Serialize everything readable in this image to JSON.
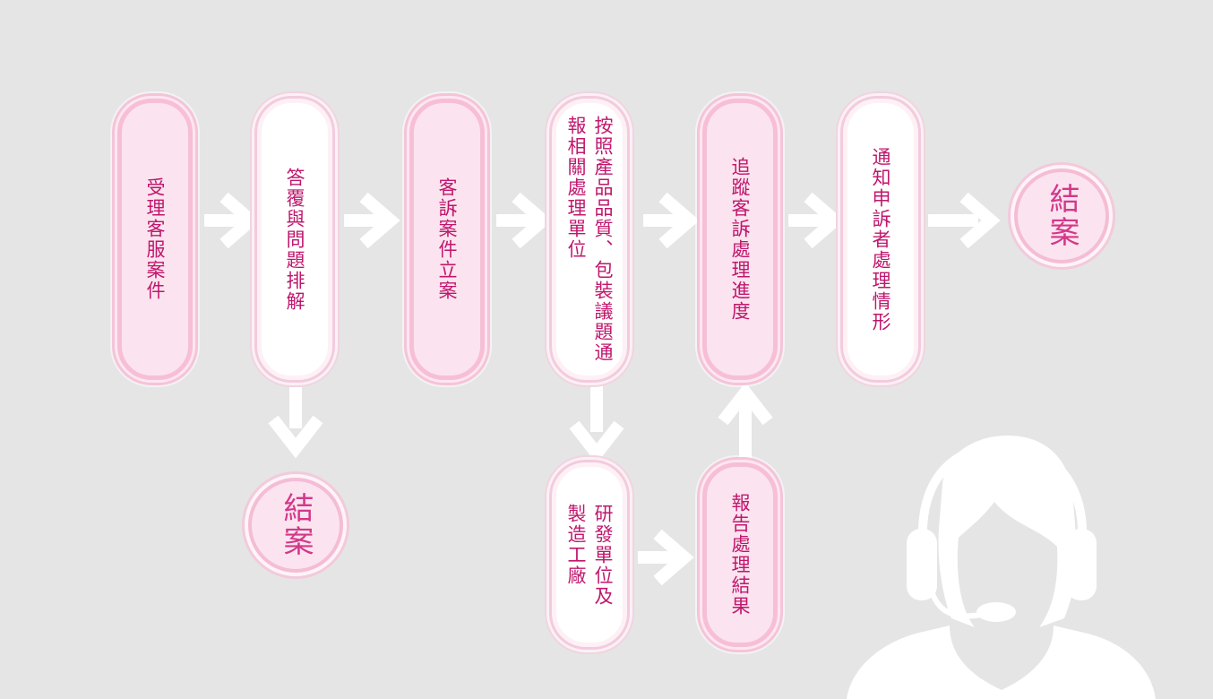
{
  "steps": {
    "receive": "受理客服案件",
    "reply": "答覆與問題排解",
    "file": "客訴案件立案",
    "notify_units": "按照產品品質、包裝議題通\n報相關處理單位",
    "rd": "研發單位及\n製造工廠",
    "report": "報告處理結果",
    "track": "追蹤客訴處理進度",
    "inform": "通知申訴者處理情形"
  },
  "end_label": "結案",
  "colors": {
    "text": "#c0176d",
    "box_pink": "#fbe4ef",
    "box_white": "#ffffff",
    "arrow": "#ffffff",
    "background": "#e5e5e5"
  },
  "icons": [
    "arrow-right-icon",
    "arrow-down-icon",
    "arrow-up-icon",
    "customer-service-icon"
  ]
}
